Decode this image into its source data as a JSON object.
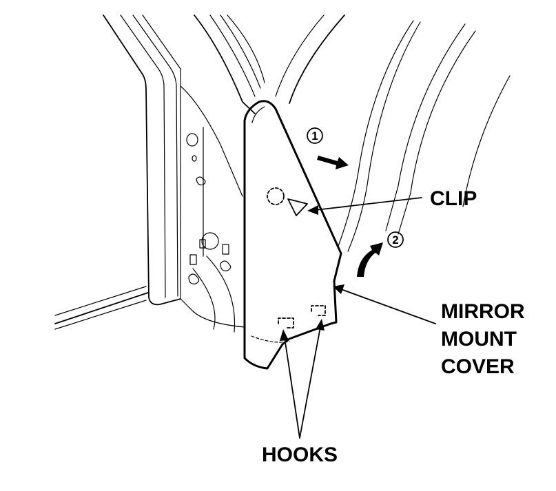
{
  "labels": {
    "clip": "CLIP",
    "mirror_mount_cover_line1": "MIRROR",
    "mirror_mount_cover_line2": "MOUNT",
    "mirror_mount_cover_line3": "COVER",
    "hooks": "HOOKS"
  },
  "steps": {
    "step1": "1",
    "step2": "2"
  },
  "colors": {
    "ink": "#000000",
    "background": "#ffffff"
  }
}
